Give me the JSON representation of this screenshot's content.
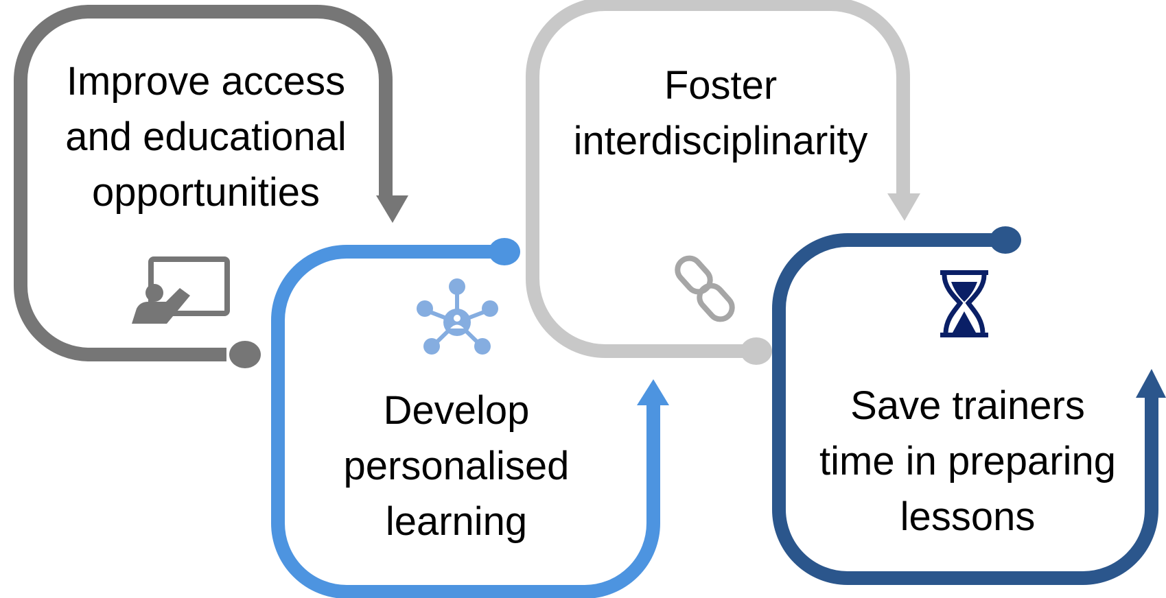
{
  "colors": {
    "step1": "#767676",
    "step2": "#4d94e0",
    "step3": "#c8c8c8",
    "step4": "#2b568c",
    "icon2": "#85ade0",
    "icon3": "#a6a6a6",
    "icon4": "#0a1f66"
  },
  "steps": [
    {
      "id": "step-1",
      "lines": [
        "Improve access",
        "and educational",
        "opportunities"
      ],
      "icon": "teacher-presentation-icon"
    },
    {
      "id": "step-2",
      "lines": [
        "Develop",
        "personalised",
        "learning"
      ],
      "icon": "network-person-icon"
    },
    {
      "id": "step-3",
      "lines": [
        "Foster",
        "interdisciplinarity"
      ],
      "icon": "chain-link-icon"
    },
    {
      "id": "step-4",
      "lines": [
        "Save trainers",
        "time in preparing",
        "lessons"
      ],
      "icon": "hourglass-icon"
    }
  ]
}
